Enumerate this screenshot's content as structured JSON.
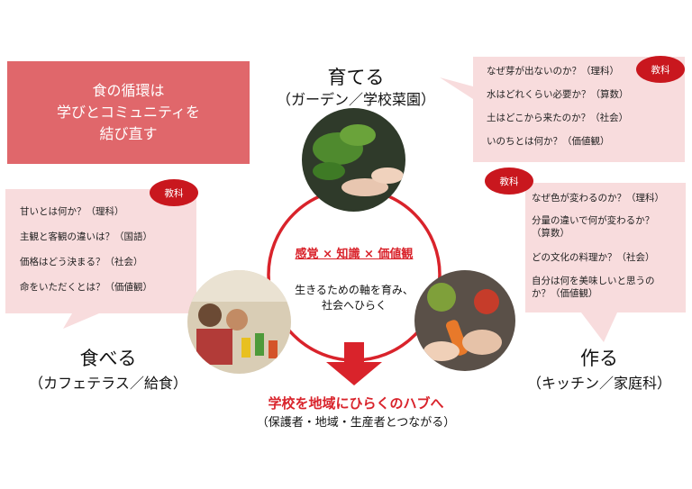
{
  "title_box": {
    "text": "食の循環は\n学びとコミュニティを\n結び直す"
  },
  "grow": {
    "title": "育てる",
    "subtitle": "（ガーデン／学校菜園）"
  },
  "eat": {
    "title": "食べる",
    "subtitle": "（カフェテラス／給食）"
  },
  "cook": {
    "title": "作る",
    "subtitle": "（キッチン／家庭科）"
  },
  "center": {
    "keywords": "感覚 × 知識 × 価値観",
    "message": "生きるための軸を育み、\n社会へひらく"
  },
  "hub": {
    "title": "学校を地域にひらくのハブへ",
    "subtitle": "（保護者・地域・生産者とつながる）"
  },
  "bubbles": {
    "grow": {
      "tag": "教科",
      "items": [
        "なぜ芽が出ないのか？（理科）",
        "水はどれくらい必要か？（算数）",
        "土はどこから来たのか？（社会）",
        "いのちとは何か？（価値観）"
      ]
    },
    "eat": {
      "tag": "教科",
      "items": [
        "甘いとは何か？（理科）",
        "主観と客観の違いは？（国語）",
        "価格はどう決まる？（社会）",
        "命をいただくとは？（価値観）"
      ]
    },
    "cook": {
      "tag": "教科",
      "items": [
        "なぜ色が変わるのか？（理科）",
        "分量の違いで何が変わるか？\n（算数）",
        "どの文化の料理か？（社会）",
        "自分は何を美味しいと思うの\nか？（価値観）"
      ]
    }
  },
  "colors": {
    "accent_red": "#d9232b",
    "title_box": "#e0676b",
    "bubble": "#f8dcdd",
    "tag": "#c9171e"
  }
}
